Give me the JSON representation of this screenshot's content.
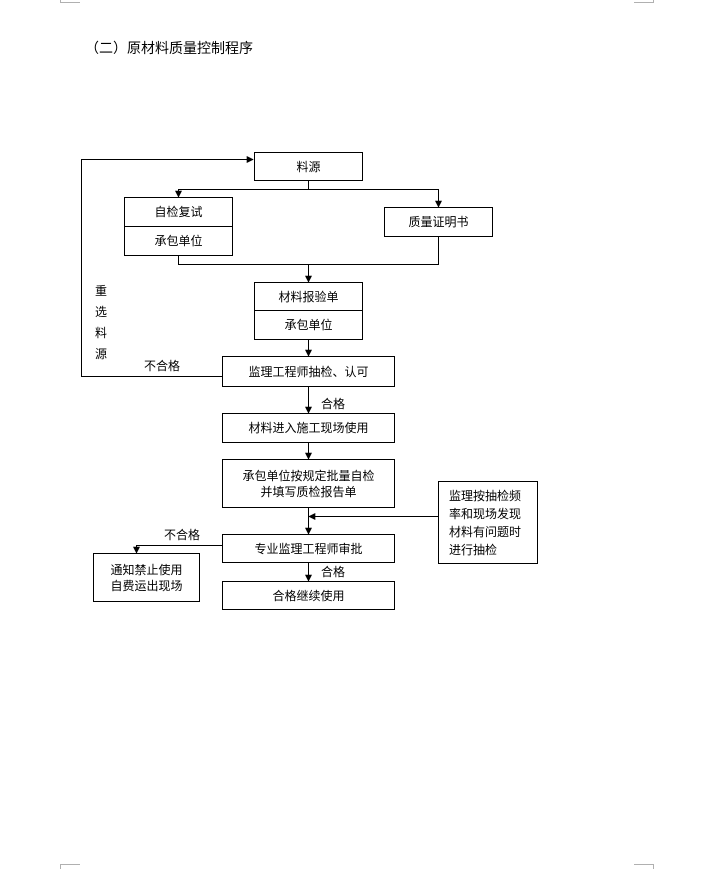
{
  "heading": "（二）原材料质量控制程序",
  "nodes": {
    "source": "料源",
    "self_check": {
      "top": "自检复试",
      "bottom": "承包单位"
    },
    "quality_cert": "质量证明书",
    "material_report": {
      "top": "材料报验单",
      "bottom": "承包单位"
    },
    "supervisor_sample": "监理工程师抽检、认可",
    "enter_site": "材料进入施工现场使用",
    "contractor_batch": [
      "承包单位按规定批量自检",
      "并填写质检报告单"
    ],
    "specialist_review": "专业监理工程师审批",
    "continue_use": "合格继续使用",
    "prohibit": [
      "通知禁止使用",
      "自费运出现场"
    ],
    "spot_check_note": [
      "监理按抽检频",
      "率和现场发现",
      "材料有问题时",
      "进行抽检"
    ]
  },
  "edge_labels": {
    "fail_1": "不合格",
    "pass_1": "合格",
    "fail_2": "不合格",
    "pass_2": "合格",
    "reselect": [
      "重",
      "选",
      "料",
      "源"
    ]
  }
}
